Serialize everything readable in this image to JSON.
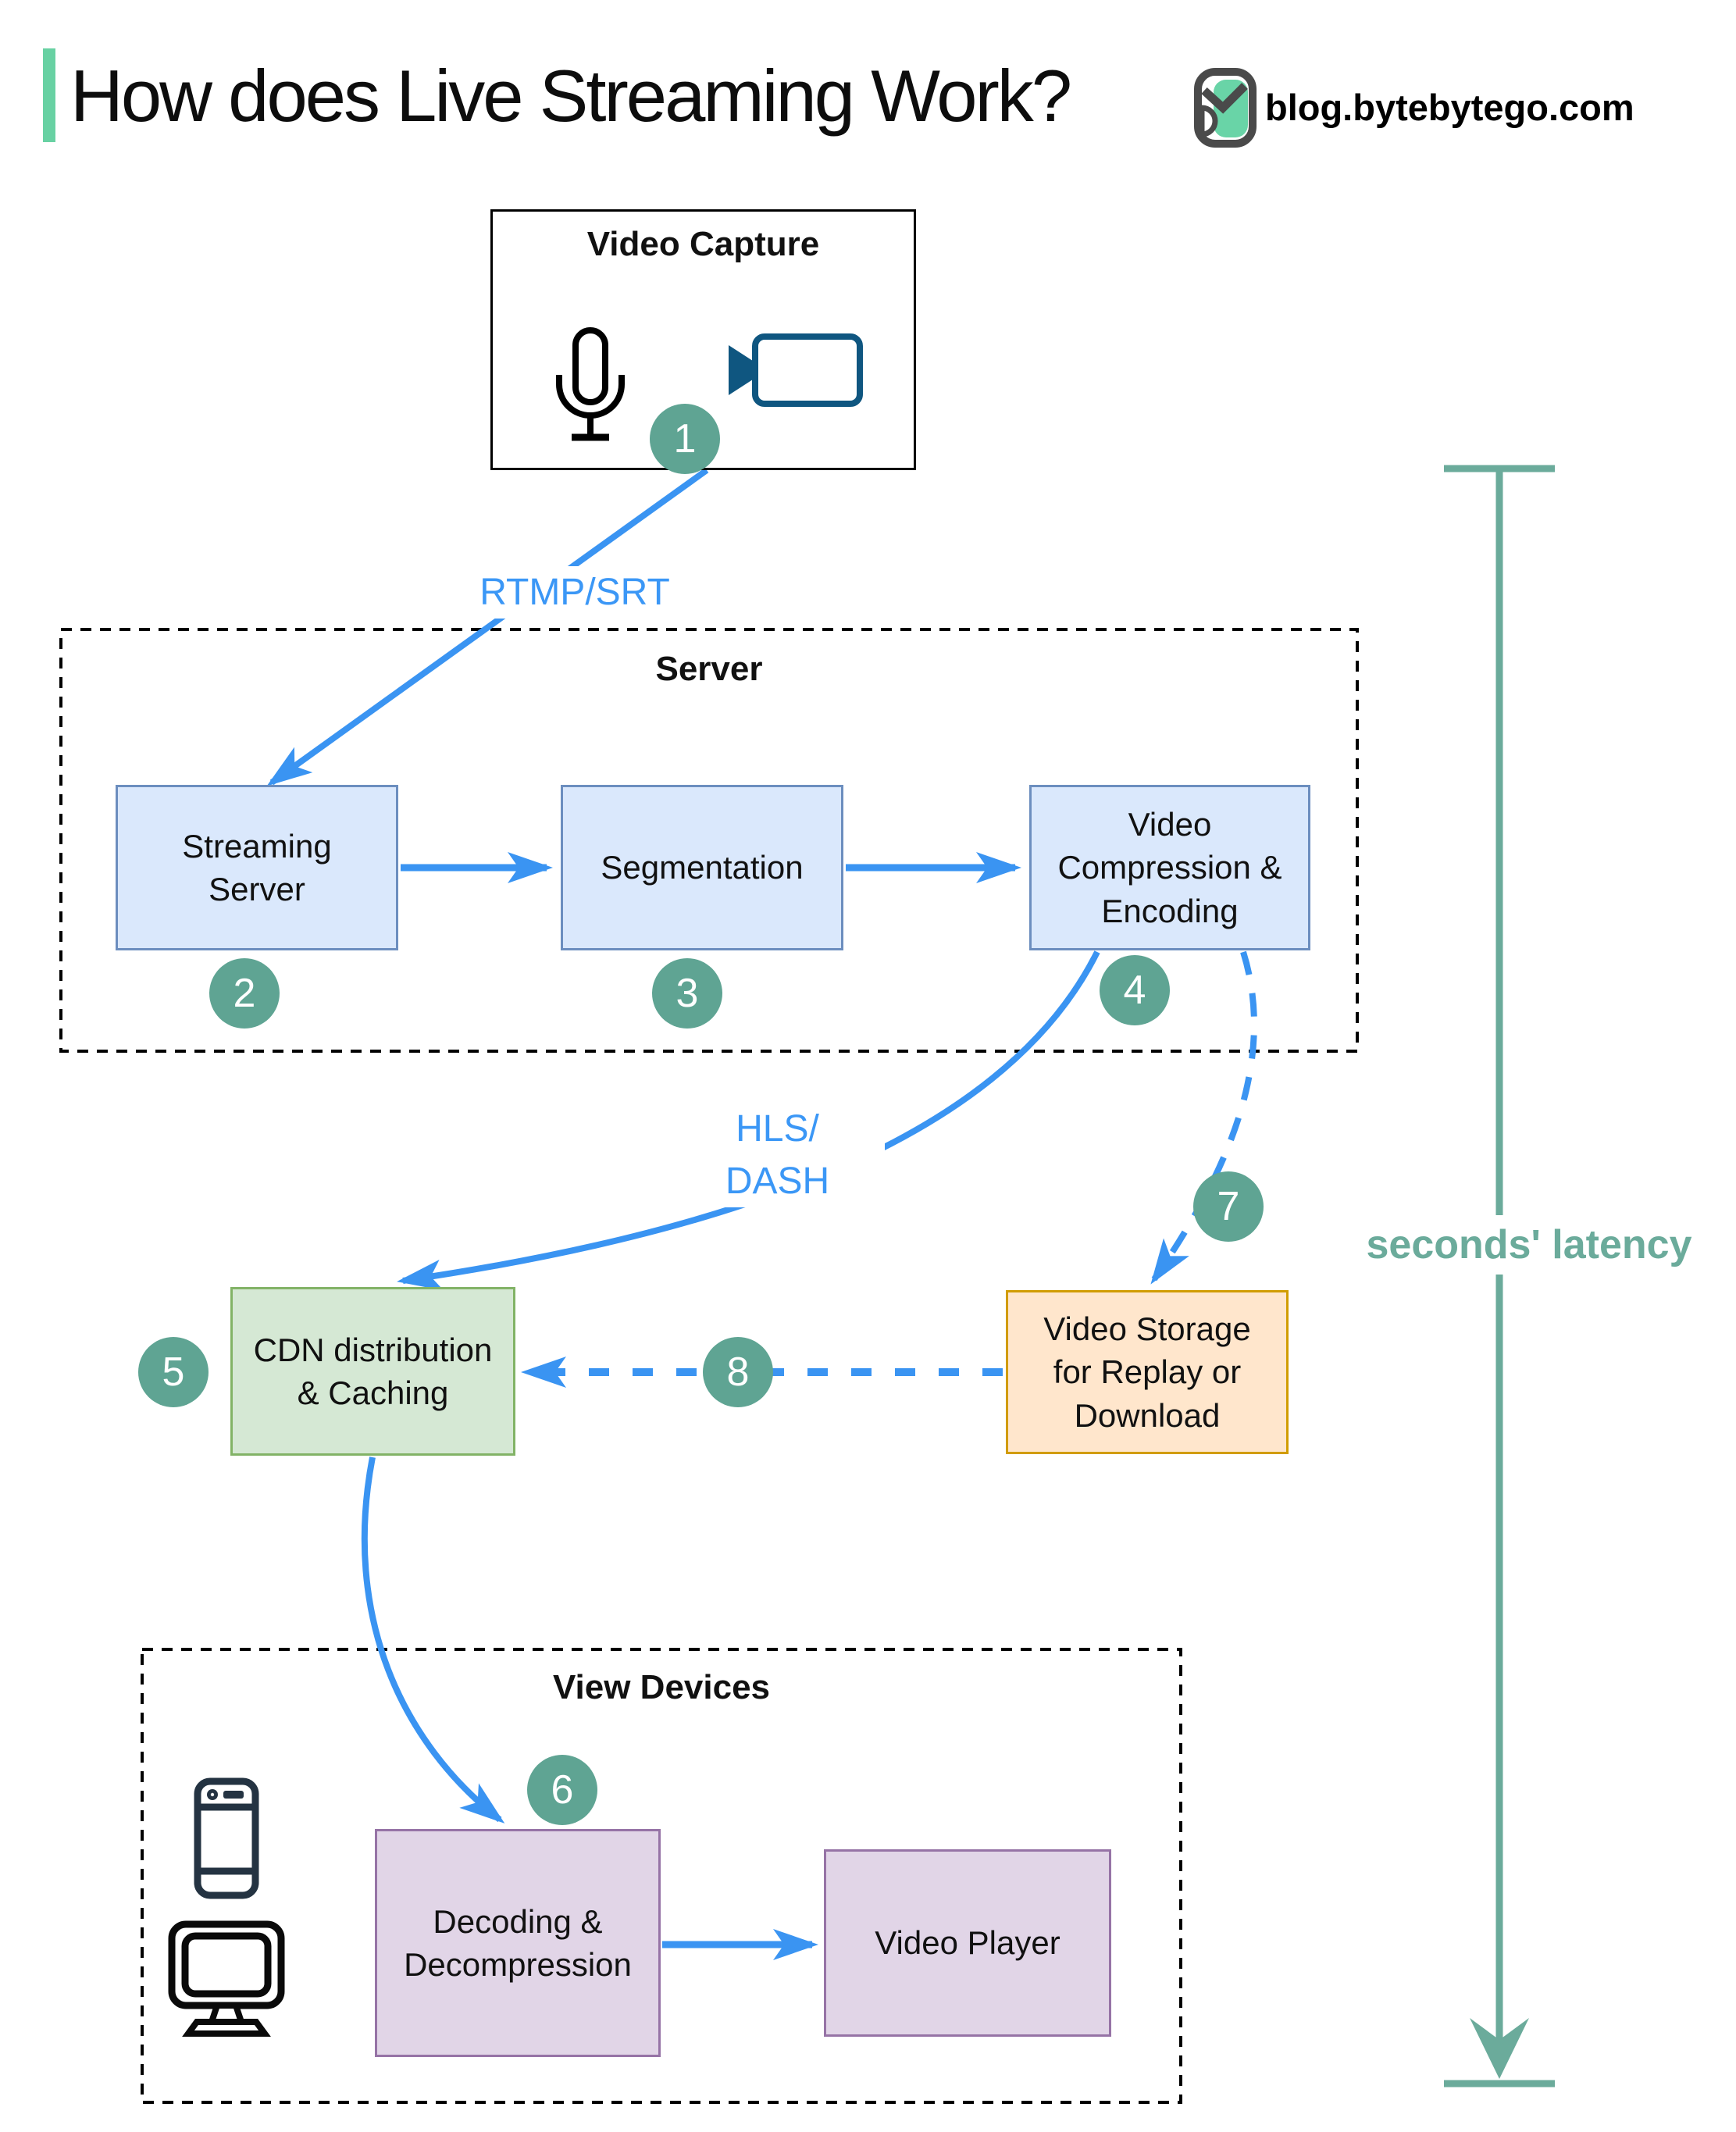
{
  "header": {
    "title": "How does Live Streaming Work?",
    "site": "blog.bytebytego.com"
  },
  "groups": {
    "server": {
      "title": "Server"
    },
    "view_devices": {
      "title": "View Devices"
    }
  },
  "nodes": {
    "video_capture": {
      "title": "Video Capture",
      "step": "1"
    },
    "streaming_server": {
      "label": "Streaming\nServer",
      "step": "2"
    },
    "segmentation": {
      "label": "Segmentation",
      "step": "3"
    },
    "video_compression": {
      "label": "Video\nCompression &\nEncoding",
      "step": "4"
    },
    "cdn": {
      "label": "CDN distribution\n& Caching",
      "step": "5"
    },
    "video_storage": {
      "label": "Video Storage\nfor Replay or\nDownload",
      "step": "7"
    },
    "decoding": {
      "label": "Decoding &\nDecompression",
      "step": "6"
    },
    "video_player": {
      "label": "Video Player"
    }
  },
  "edges": {
    "capture_to_server": {
      "label": "RTMP/SRT"
    },
    "compression_to_cdn": {
      "label": "HLS/\nDASH"
    },
    "storage_to_cdn": {
      "step": "8"
    }
  },
  "annotations": {
    "latency": "seconds' latency"
  },
  "icons": [
    "mic-icon",
    "video-camera-icon",
    "smartphone-icon",
    "monitor-icon",
    "bytebytego-logo-icon"
  ],
  "colors": {
    "accent_green": "#68d1a3",
    "arrow_blue": "#3a94f2",
    "label_blue": "#3b97f6",
    "node_blue_fill": "#dae8fc",
    "node_blue_border": "#6c8ebf",
    "node_green_fill": "#d5e8d4",
    "node_green_border": "#82b366",
    "node_orange_fill": "#ffe6cc",
    "node_orange_border": "#d19c00",
    "node_purple_fill": "#e1d5e7",
    "node_purple_border": "#9673a6",
    "step_circle": "#5fa493",
    "latency_teal": "#6bab9b",
    "camera_teal": "#0f5680"
  }
}
